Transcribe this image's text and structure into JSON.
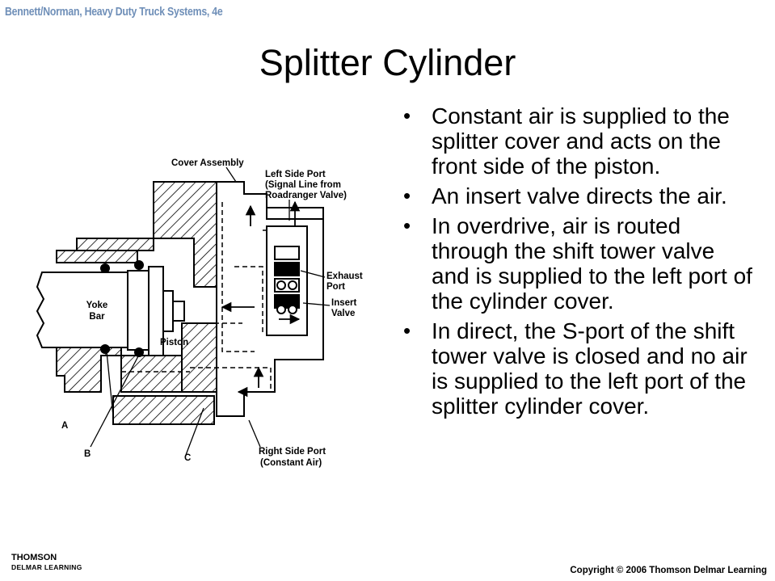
{
  "header": "Bennett/Norman, Heavy Duty Truck Systems, 4e",
  "title": "Splitter Cylinder",
  "bullets": [
    "Constant air is supplied to the splitter cover and acts on the front side of the piston.",
    "An insert valve directs the air.",
    "In overdrive, air is routed through the shift tower valve and is supplied to the left port of the cylinder cover.",
    "In direct, the S-port of the shift tower valve is closed and no air is supplied to the left port of the splitter cylinder cover."
  ],
  "bullet_glyph": "•",
  "diagram": {
    "labels": {
      "cover_assembly": "Cover Assembly",
      "left_port_1": "Left Side Port",
      "left_port_2": "(Signal Line from",
      "left_port_3": "Roadranger Valve)",
      "exhaust_1": "Exhaust",
      "exhaust_2": "Port",
      "insert_1": "Insert",
      "insert_2": "Valve",
      "yoke_1": "Yoke",
      "yoke_2": "Bar",
      "piston": "Piston",
      "a": "A",
      "b": "B",
      "c": "C",
      "right_port_1": "Right Side Port",
      "right_port_2": "(Constant Air)"
    }
  },
  "footer": {
    "publisher_1": "THOMSON",
    "publisher_2": "DELMAR LEARNING",
    "copyright": "Copyright © 2006 Thomson Delmar Learning"
  }
}
